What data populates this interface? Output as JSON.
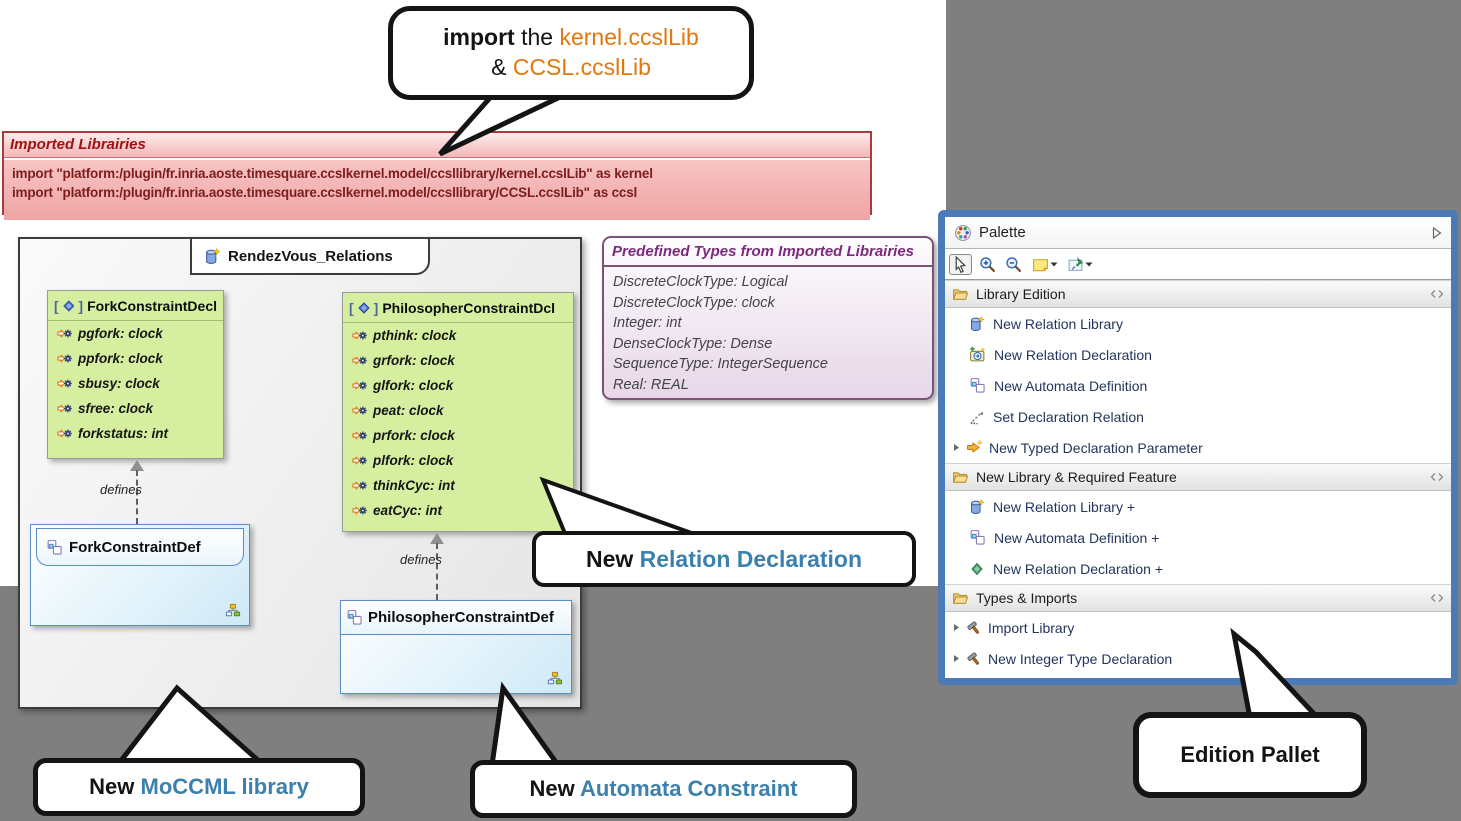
{
  "callouts": {
    "import_note": {
      "bold": "import",
      "mid": " the ",
      "orange1": "kernel.ccslLib",
      "line2_prefix": "& ",
      "orange2": "CCSL.ccslLib"
    },
    "new_relation_declaration": {
      "prefix": "New ",
      "highlight": "Relation Declaration"
    },
    "new_moccml_library": {
      "prefix": "New ",
      "highlight": "MoCCML library"
    },
    "new_automata_constraint": {
      "prefix": "New ",
      "highlight": "Automata Constraint"
    },
    "edition_pallet": {
      "label": "Edition Pallet"
    }
  },
  "imported_libraries": {
    "title": "Imported Librairies",
    "lines": [
      "import \"platform:/plugin/fr.inria.aoste.timesquare.ccslkernel.model/ccsllibrary/kernel.ccslLib\" as kernel",
      "import \"platform:/plugin/fr.inria.aoste.timesquare.ccslkernel.model/ccsllibrary/CCSL.ccslLib\" as ccsl"
    ]
  },
  "diagram": {
    "tab_title": "RendezVous_Relations",
    "defines_label": "defines",
    "fork_decl": {
      "title": "ForkConstraintDecl",
      "attributes": [
        "pgfork: clock",
        "ppfork: clock",
        "sbusy: clock",
        "sfree: clock",
        "forkstatus: int"
      ]
    },
    "philosopher_decl": {
      "title": "PhilosopherConstraintDcl",
      "attributes": [
        "pthink: clock",
        "grfork: clock",
        "glfork: clock",
        "peat: clock",
        "prfork: clock",
        "plfork: clock",
        "thinkCyc: int",
        "eatCyc: int"
      ]
    },
    "fork_def": {
      "title": "ForkConstraintDef"
    },
    "philosopher_def": {
      "title": "PhilosopherConstraintDef"
    }
  },
  "predefined_types": {
    "title": "Predefined Types from Imported Librairies",
    "lines": [
      "DiscreteClockType: Logical",
      "DiscreteClockType: clock",
      "Integer: int",
      "DenseClockType: Dense",
      "SequenceType: IntegerSequence",
      "Real: REAL"
    ]
  },
  "palette": {
    "title": "Palette",
    "toolbar_tools": [
      "select-tool",
      "zoom-in-tool",
      "zoom-out-tool",
      "note-tool",
      "pin-note-tool"
    ],
    "sections": [
      {
        "label": "Library Edition",
        "items": [
          {
            "label": "New Relation Library",
            "icon": "relation-library-icon"
          },
          {
            "label": "New Relation Declaration",
            "icon": "relation-declaration-icon"
          },
          {
            "label": "New Automata Definition",
            "icon": "automata-definition-icon"
          },
          {
            "label": "Set Declaration Relation",
            "icon": "set-declaration-relation-icon"
          },
          {
            "label": "New Typed Declaration Parameter",
            "icon": "typed-declaration-parameter-icon",
            "expander": true
          }
        ]
      },
      {
        "label": "New Library & Required Feature",
        "items": [
          {
            "label": "New Relation Library +",
            "icon": "relation-library-icon"
          },
          {
            "label": "New Automata Definition +",
            "icon": "automata-definition-icon"
          },
          {
            "label": "New Relation Declaration +",
            "icon": "green-diamond-icon"
          }
        ]
      },
      {
        "label": "Types & Imports",
        "items": [
          {
            "label": "Import Library",
            "icon": "hammer-icon",
            "expander": true
          },
          {
            "label": "New Integer Type Declaration",
            "icon": "hammer-icon",
            "expander": true
          }
        ]
      }
    ]
  },
  "colors": {
    "background_gray": "#7f7f7f",
    "callout_orange": "#e2770d",
    "callout_blue": "#3c80ad",
    "imported_border": "#a93b3b",
    "predef_border": "#7a527a",
    "palette_border": "#4a7ab8",
    "decl_green": "#d5ee9f",
    "def_blue": "#cfe9f7"
  }
}
